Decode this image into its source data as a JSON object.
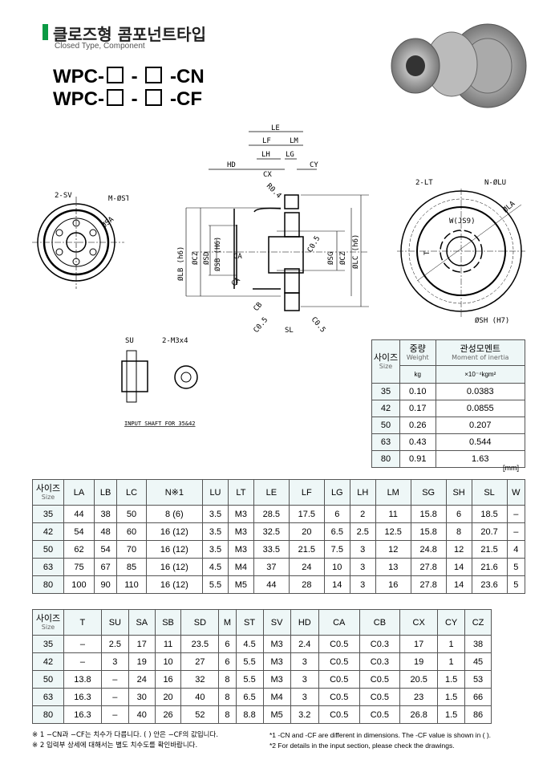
{
  "header": {
    "title_ko": "클로즈형 콤포넌트타입",
    "title_en": "Closed Type, Component",
    "models": [
      {
        "prefix": "WPC-",
        "mid": "-",
        "suffix": "-CN"
      },
      {
        "prefix": "WPC-",
        "mid": "-",
        "suffix": "-CF"
      }
    ]
  },
  "drawing": {
    "left_labels": [
      "2-SV",
      "M-ØST",
      "ØSA"
    ],
    "section_labels": [
      "LE",
      "LF",
      "LM",
      "LH",
      "LG",
      "HD",
      "CX",
      "CY",
      "R0.4",
      "ØLB (h6)",
      "ØCZ",
      "ØSD",
      "ØSB (H6)",
      "CA",
      "CA",
      "C0.5",
      "ØSG",
      "ØCZ",
      "ØLC (h6)",
      "CB",
      "C0.5",
      "C0.5",
      "SL"
    ],
    "right_labels": [
      "2-LT",
      "N-ØLU",
      "ØLA",
      "W(JS9)",
      "T",
      "ØSH (H7)"
    ],
    "shaft_labels": [
      "SU",
      "2-M3x4"
    ],
    "shaft_caption": "INPUT SHAFT FOR 35&42"
  },
  "weight_table": {
    "size_ko": "사이즈",
    "size_en": "Size",
    "weight_ko": "중량",
    "weight_en": "Weight",
    "weight_unit": "kg",
    "inertia_ko": "관성모멘트",
    "inertia_en": "Moment of inertia",
    "inertia_unit": "×10⁻⁴kgm²",
    "rows": [
      [
        "35",
        "0.10",
        "0.0383"
      ],
      [
        "42",
        "0.17",
        "0.0855"
      ],
      [
        "50",
        "0.26",
        "0.207"
      ],
      [
        "63",
        "0.43",
        "0.544"
      ],
      [
        "80",
        "0.91",
        "1.63"
      ]
    ]
  },
  "unit": "[mm]",
  "dim_table1": {
    "size_ko": "사이즈",
    "size_en": "Size",
    "headers": [
      "LA",
      "LB",
      "LC",
      "N※1",
      "LU",
      "LT",
      "LE",
      "LF",
      "LG",
      "LH",
      "LM",
      "SG",
      "SH",
      "SL",
      "W"
    ],
    "rows": [
      [
        "35",
        "44",
        "38",
        "50",
        "8 (6)",
        "3.5",
        "M3",
        "28.5",
        "17.5",
        "6",
        "2",
        "11",
        "15.8",
        "6",
        "18.5",
        "–"
      ],
      [
        "42",
        "54",
        "48",
        "60",
        "16 (12)",
        "3.5",
        "M3",
        "32.5",
        "20",
        "6.5",
        "2.5",
        "12.5",
        "15.8",
        "8",
        "20.7",
        "–"
      ],
      [
        "50",
        "62",
        "54",
        "70",
        "16 (12)",
        "3.5",
        "M3",
        "33.5",
        "21.5",
        "7.5",
        "3",
        "12",
        "24.8",
        "12",
        "21.5",
        "4"
      ],
      [
        "63",
        "75",
        "67",
        "85",
        "16 (12)",
        "4.5",
        "M4",
        "37",
        "24",
        "10",
        "3",
        "13",
        "27.8",
        "14",
        "21.6",
        "5"
      ],
      [
        "80",
        "100",
        "90",
        "110",
        "16 (12)",
        "5.5",
        "M5",
        "44",
        "28",
        "14",
        "3",
        "16",
        "27.8",
        "14",
        "23.6",
        "5"
      ]
    ]
  },
  "dim_table2": {
    "size_ko": "사이즈",
    "size_en": "Size",
    "headers": [
      "T",
      "SU",
      "SA",
      "SB",
      "SD",
      "M",
      "ST",
      "SV",
      "HD",
      "CA",
      "CB",
      "CX",
      "CY",
      "CZ"
    ],
    "rows": [
      [
        "35",
        "–",
        "2.5",
        "17",
        "11",
        "23.5",
        "6",
        "4.5",
        "M3",
        "2.4",
        "C0.5",
        "C0.3",
        "17",
        "1",
        "38"
      ],
      [
        "42",
        "–",
        "3",
        "19",
        "10",
        "27",
        "6",
        "5.5",
        "M3",
        "3",
        "C0.5",
        "C0.3",
        "19",
        "1",
        "45"
      ],
      [
        "50",
        "13.8",
        "–",
        "24",
        "16",
        "32",
        "8",
        "5.5",
        "M3",
        "3",
        "C0.5",
        "C0.5",
        "20.5",
        "1.5",
        "53"
      ],
      [
        "63",
        "16.3",
        "–",
        "30",
        "20",
        "40",
        "8",
        "6.5",
        "M4",
        "3",
        "C0.5",
        "C0.5",
        "23",
        "1.5",
        "66"
      ],
      [
        "80",
        "16.3",
        "–",
        "40",
        "26",
        "52",
        "8",
        "8.8",
        "M5",
        "3.2",
        "C0.5",
        "C0.5",
        "26.8",
        "1.5",
        "86"
      ]
    ]
  },
  "notes": {
    "ko1": "※ 1 −CN과 −CF는 치수가 다릅니다.  (  ) 안은 −CF의 값입니다.",
    "ko2": "※ 2 입력부 상세에 대해서는 별도 치수도를 확인바랍니다.",
    "en1": "*1 -CN and -CF are different in dimensions. The -CF value is shown in (  ).",
    "en2": "*2 For details in the input section, please check the drawings."
  }
}
